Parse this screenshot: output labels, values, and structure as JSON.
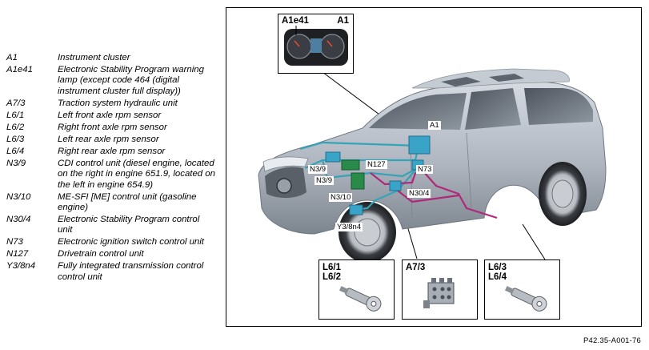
{
  "legend": [
    {
      "code": "A1",
      "desc": "Instrument cluster"
    },
    {
      "code": "A1e41",
      "desc": "Electronic Stability Program warning lamp (except code 464 (digital instrument cluster full display))"
    },
    {
      "code": "A7/3",
      "desc": "Traction system hydraulic unit"
    },
    {
      "code": "L6/1",
      "desc": "Left front axle rpm sensor"
    },
    {
      "code": "L6/2",
      "desc": "Right front axle rpm sensor"
    },
    {
      "code": "L6/3",
      "desc": "Left rear axle rpm sensor"
    },
    {
      "code": "L6/4",
      "desc": "Right rear axle rpm sensor"
    },
    {
      "code": "N3/9",
      "desc": "CDI control unit (diesel engine, located on the right in engine 651.9, located on the left in engine 654.9)"
    },
    {
      "code": "N3/10",
      "desc": "ME-SFI [ME] control unit (gasoline engine)"
    },
    {
      "code": "N30/4",
      "desc": "Electronic Stability Program control unit"
    },
    {
      "code": "N73",
      "desc": "Electronic ignition switch control unit"
    },
    {
      "code": "N127",
      "desc": "Drivetrain control unit"
    },
    {
      "code": "Y3/8n4",
      "desc": "Fully integrated transmission control control unit"
    }
  ],
  "callouts": {
    "cluster": {
      "label_left": "A1e41",
      "label_right": "A1"
    },
    "front_sensors": {
      "line1": "L6/1",
      "line2": "L6/2"
    },
    "hydraulic": {
      "label": "A7/3"
    },
    "rear_sensors": {
      "line1": "L6/3",
      "line2": "L6/4"
    }
  },
  "component_labels": {
    "a1": "A1",
    "n3_9_upper": "N3/9",
    "n127": "N127",
    "n73": "N73",
    "n3_9_lower": "N3/9",
    "n3_10": "N3/10",
    "n30_4": "N30/4",
    "y3_8n4": "Y3/8n4"
  },
  "figure_id": "P42.35-A001-76",
  "colors": {
    "wire_cyan": "#35a4b8",
    "wire_magenta": "#b0287a",
    "component_green": "#2a8a4a",
    "component_blue": "#3aa3c8"
  }
}
